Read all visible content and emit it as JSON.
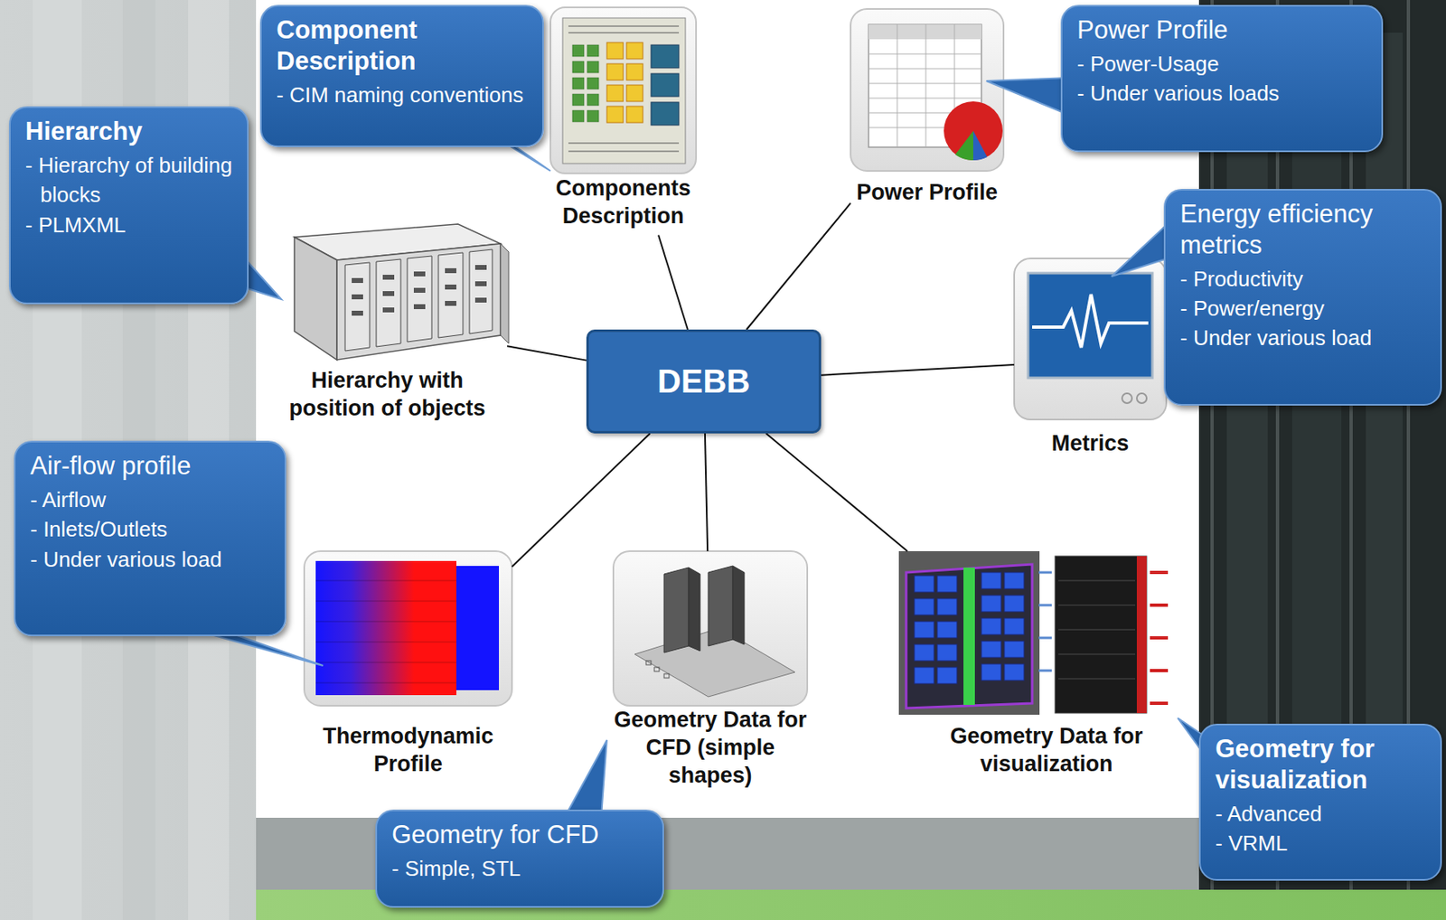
{
  "diagram": {
    "nodes": [
      {
        "text": [
          "Component Description",
          "- CIM naming conventions"
        ]
      },
      {
        "text": [
          "Components Description"
        ]
      },
      {
        "text": [
          "Power Profile"
        ]
      },
      {
        "text": [
          "Power Profile",
          "- Power-Usage",
          "- Under various loads"
        ]
      },
      {
        "text": [
          "Hierarchy",
          "- Hierarchy of building blocks",
          "- PLMXML"
        ]
      },
      {
        "text": [
          "Energy efficiency metrics",
          "- Productivity",
          "- Power/energy",
          "- Under various load"
        ]
      },
      {
        "text": [
          "Hierarchy with position of objects"
        ]
      },
      {
        "text": [
          "DEBB"
        ]
      },
      {
        "text": [
          "Metrics"
        ]
      },
      {
        "text": [
          "Air-flow profile",
          "- Airflow",
          "- Inlets/Outlets",
          "- Under various load"
        ]
      },
      {
        "text": [
          "Thermodynamic Profile"
        ]
      },
      {
        "text": [
          "Geometry Data for CFD (simple shapes)"
        ]
      },
      {
        "text": [
          "Geometry Data for visualization"
        ]
      },
      {
        "text": [
          "Geometry for visualization",
          "- Advanced",
          "- VRML"
        ]
      },
      {
        "text": [
          "Geometry for CFD",
          "- Simple, STL"
        ]
      }
    ],
    "edges": [
      {
        "from": 7,
        "to": 1,
        "arrow": "none"
      },
      {
        "from": 7,
        "to": 2,
        "arrow": "none"
      },
      {
        "from": 7,
        "to": 6,
        "arrow": "none"
      },
      {
        "from": 7,
        "to": 8,
        "arrow": "none"
      },
      {
        "from": 7,
        "to": 10,
        "arrow": "none"
      },
      {
        "from": 7,
        "to": 11,
        "arrow": "none"
      },
      {
        "from": 7,
        "to": 12,
        "arrow": "none"
      }
    ]
  }
}
